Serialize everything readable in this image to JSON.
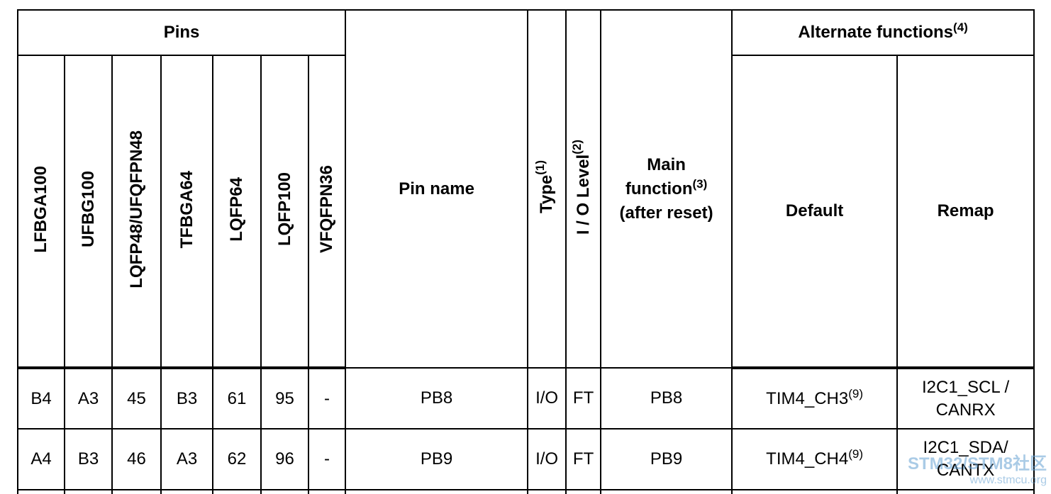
{
  "header": {
    "pins": "Pins",
    "pin_columns": [
      "LFBGA100",
      "UFBG100",
      "LQFP48/UFQFPN48",
      "TFBGA64",
      "LQFP64",
      "LQFP100",
      "VFQFPN36"
    ],
    "pin_name": "Pin name",
    "type": "Type",
    "type_note": "(1)",
    "io_level": "I / O Level",
    "io_level_note": "(2)",
    "main_line1": "Main",
    "main_line2": "function",
    "main_note": "(3)",
    "main_line3": "(after reset)",
    "alt_functions": "Alternate functions",
    "alt_note": "(4)",
    "default": "Default",
    "remap": "Remap"
  },
  "rows": [
    {
      "cells": [
        "B4",
        "A3",
        "45",
        "B3",
        "61",
        "95",
        "-"
      ],
      "pin_name": "PB8",
      "type": "I/O",
      "io_level": "FT",
      "main": "PB8",
      "default": "TIM4_CH3",
      "default_note": "(9)",
      "remap_line1": "I2C1_SCL /",
      "remap_line2": "CANRX"
    },
    {
      "cells": [
        "A4",
        "B3",
        "46",
        "A3",
        "62",
        "96",
        "-"
      ],
      "pin_name": "PB9",
      "type": "I/O",
      "io_level": "FT",
      "main": "PB9",
      "default": "TIM4_CH4",
      "default_note": "(9)",
      "remap_line1": "I2C1_SDA/",
      "remap_line2": "CANTX"
    }
  ],
  "watermark": {
    "main": "STM32/STM8社区",
    "url": "www.stmcu.org"
  }
}
